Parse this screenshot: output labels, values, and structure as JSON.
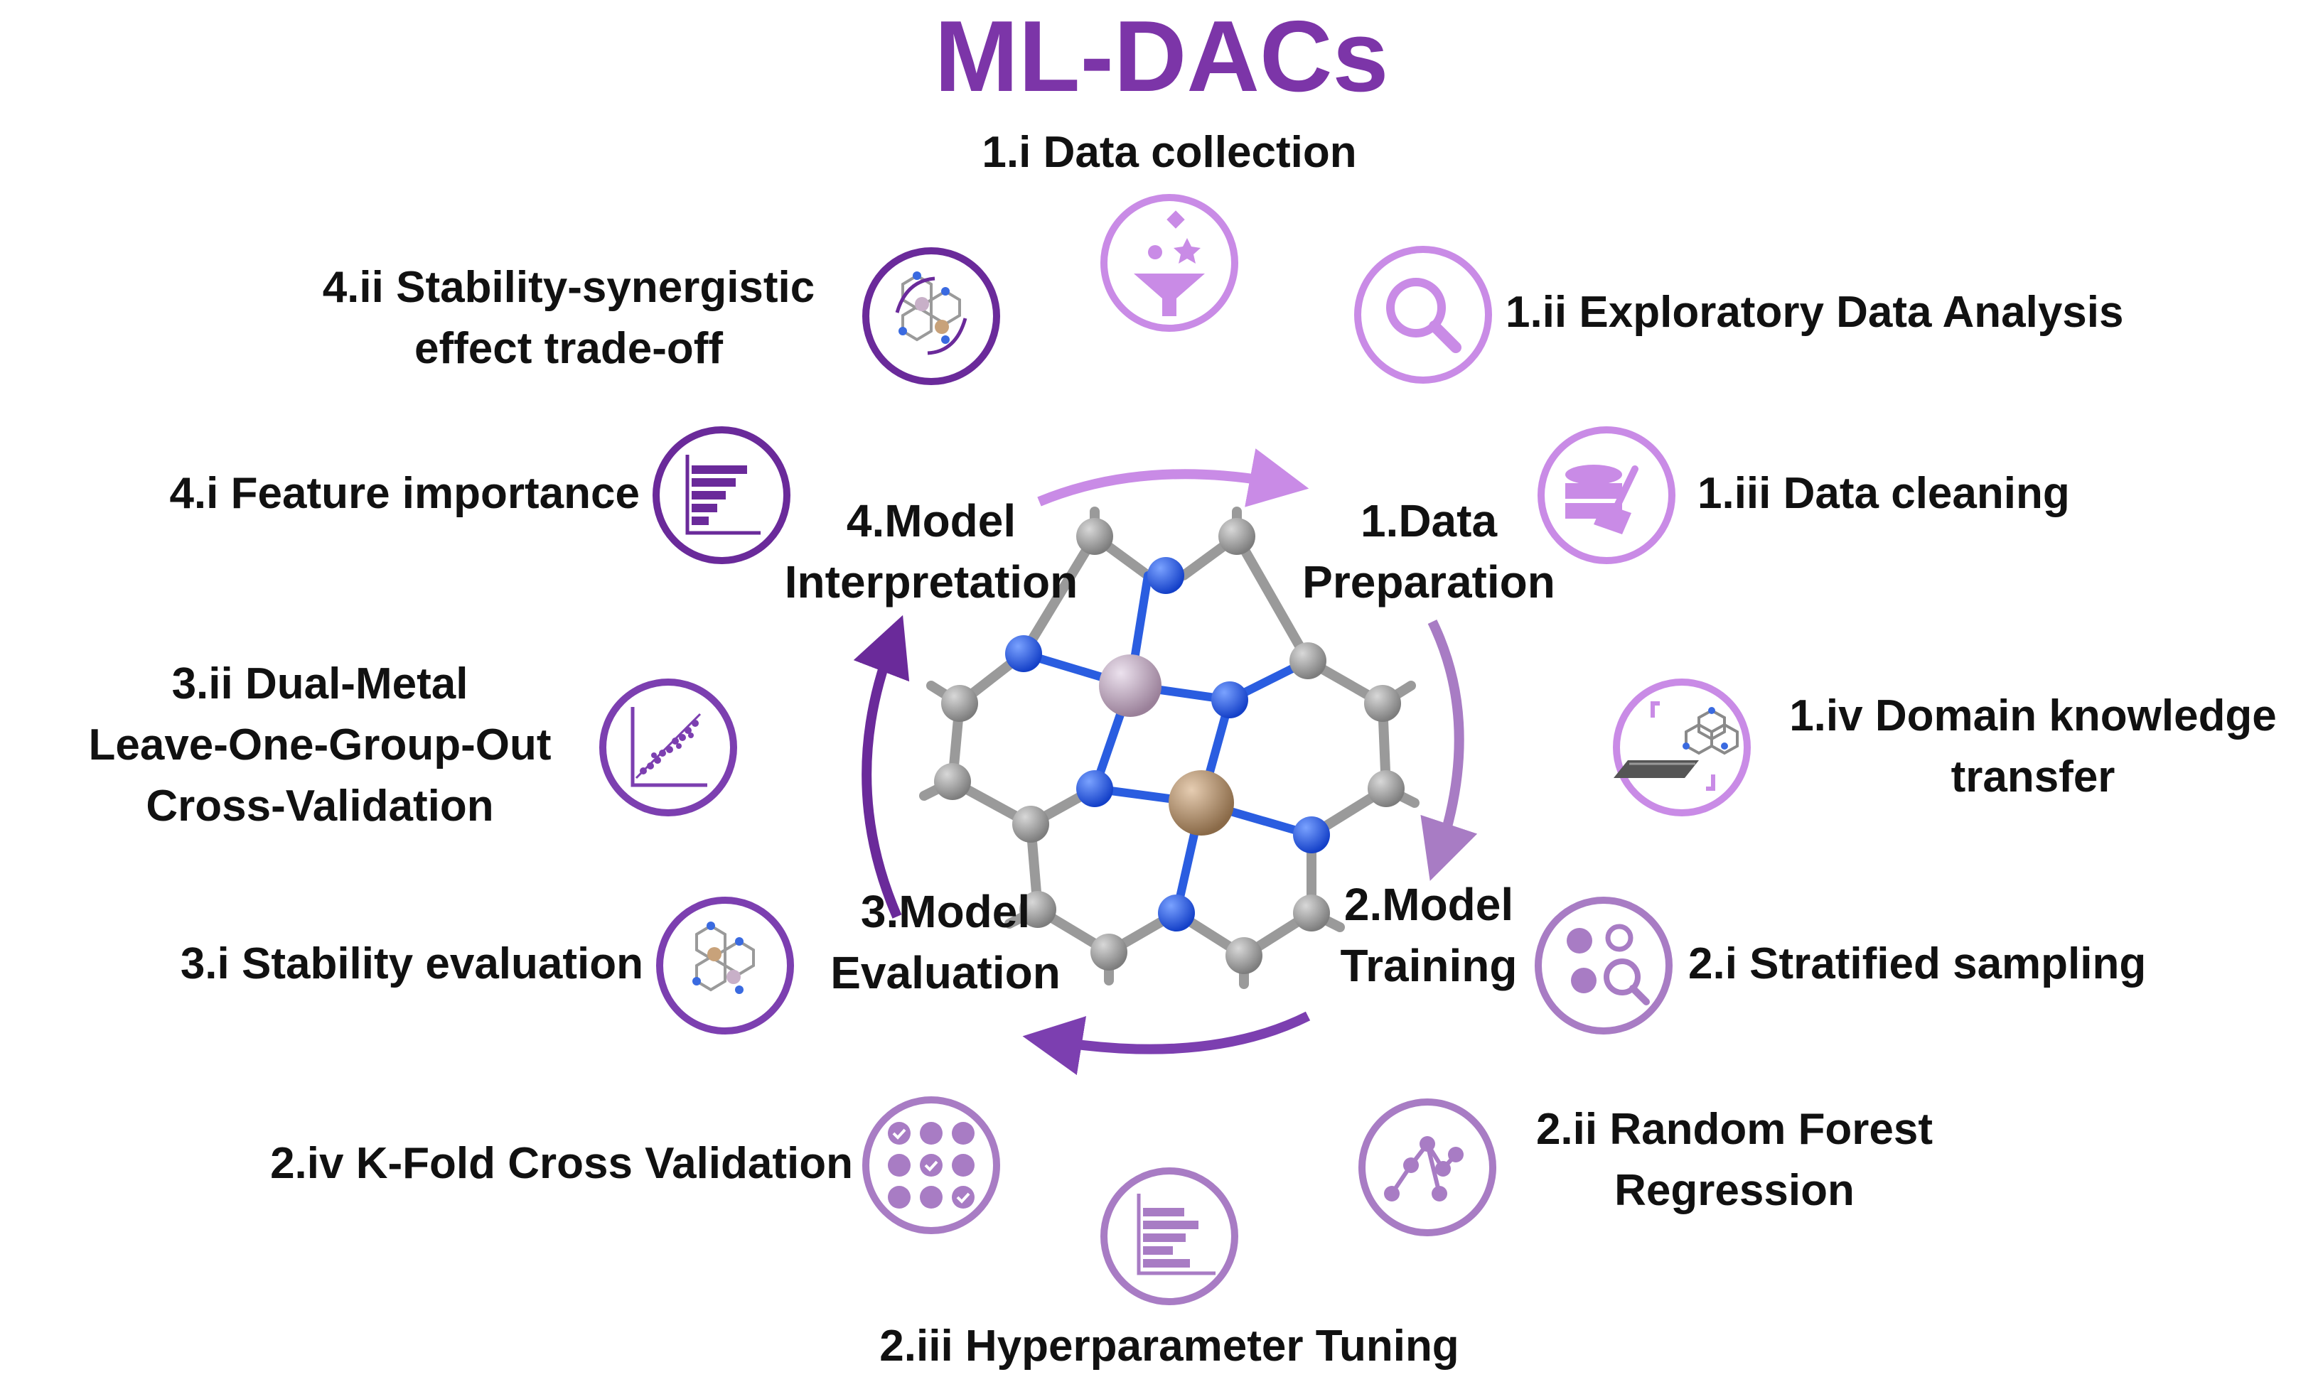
{
  "title": "ML-DACs",
  "stages": {
    "prep": [
      "1.Data",
      "Preparation"
    ],
    "train": [
      "2.Model",
      "Training"
    ],
    "eval": [
      "3.Model",
      "Evaluation"
    ],
    "interp": [
      "4.Model",
      "Interpretation"
    ]
  },
  "items": {
    "data_collection": "1.i Data collection",
    "eda": "1.ii Exploratory Data Analysis",
    "data_cleaning": "1.iii Data cleaning",
    "domain_knowledge": [
      "1.iv Domain knowledge",
      "transfer"
    ],
    "stratified_sampling": "2.i Stratified sampling",
    "random_forest": [
      "2.ii Random Forest",
      "Regression"
    ],
    "hyperparameter": "2.iii Hyperparameter Tuning",
    "kfold": "2.iv K-Fold Cross Validation",
    "stability_eval": "3.i Stability evaluation",
    "logo_cv": [
      "3.ii Dual-Metal",
      "Leave-One-Group-Out",
      "Cross-Validation"
    ],
    "feature_importance": "4.i Feature importance",
    "tradeoff": [
      "4.ii Stability-synergistic",
      "effect trade-off"
    ]
  },
  "icons": {
    "data_collection": "funnel-shapes-icon",
    "eda": "magnifier-icon",
    "data_cleaning": "database-broom-icon",
    "domain_knowledge": "transfer-structure-icon",
    "stratified_sampling": "sampling-magnifier-icon",
    "random_forest": "tree-network-icon",
    "hyperparameter": "bar-chart-icon",
    "kfold": "dot-grid-check-icon",
    "stability_eval": "molecule-structure-icon",
    "logo_cv": "scatter-plot-icon",
    "feature_importance": "importance-bars-icon",
    "tradeoff": "molecule-tradeoff-icon"
  },
  "colors": {
    "title": "#7c35a8",
    "prep": "#c98be6",
    "train": "#a87cc4",
    "eval": "#7c3fb0",
    "interp": "#6a2a9a",
    "atom_n": "#1e55e6",
    "atom_c": "#8e8e8e",
    "metal_light": "#b8a4ba",
    "metal_gold": "#b08866"
  }
}
